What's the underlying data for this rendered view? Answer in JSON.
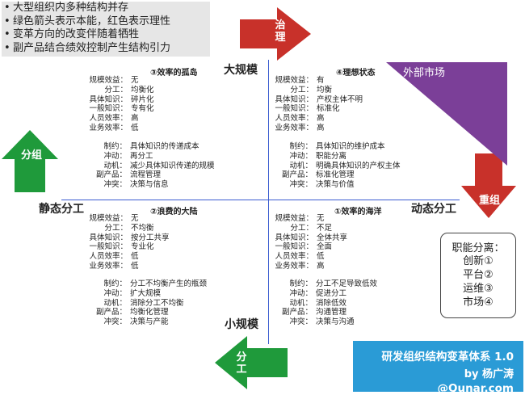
{
  "bullets": [
    "大型组织内多种结构并存",
    "绿色箭头表示本能，红色表示理性",
    "变革方向的改变伴随着牺牲",
    "副产品结合绩效控制产生结构引力"
  ],
  "axis": {
    "top": "大规模",
    "bottom": "小规模",
    "left": "静态分工",
    "right": "动态分工"
  },
  "arrows": {
    "top": "治\n理",
    "left": "分组",
    "right": "重组",
    "bottom": "分\n工"
  },
  "colors": {
    "green": "#1f9a3b",
    "red": "#c8312a",
    "purple": "#7b3f98",
    "blue": "#2a9bd6",
    "axis": "#3a5bd0"
  },
  "triangle": {
    "label": "外部市场"
  },
  "quadrants": {
    "q3": {
      "title": "③效率的孤岛",
      "a": [
        {
          "k": "规模效益：",
          "v": "无"
        },
        {
          "k": "分工：",
          "v": "均衡化"
        },
        {
          "k": "具体知识：",
          "v": "碎片化"
        },
        {
          "k": "一般知识：",
          "v": "专有化"
        },
        {
          "k": "人员效率：",
          "v": "高"
        },
        {
          "k": "业务效率：",
          "v": "低"
        }
      ],
      "b": [
        {
          "k": "制约：",
          "v": "具体知识的传递成本"
        },
        {
          "k": "冲动：",
          "v": "再分工"
        },
        {
          "k": "动机：",
          "v": "减少具体知识传递的规模"
        },
        {
          "k": "副产品：",
          "v": "流程管理"
        },
        {
          "k": "冲突：",
          "v": "决策与信息"
        }
      ]
    },
    "q4": {
      "title": "④理想状态",
      "a": [
        {
          "k": "规模效益：",
          "v": "有"
        },
        {
          "k": "分工：",
          "v": "均衡"
        },
        {
          "k": "具体知识：",
          "v": "产权主体不明"
        },
        {
          "k": "一般知识：",
          "v": "标准化"
        },
        {
          "k": "人员效率：",
          "v": "高"
        },
        {
          "k": "业务效率：",
          "v": "高"
        }
      ],
      "b": [
        {
          "k": "制约：",
          "v": "具体知识的维护成本"
        },
        {
          "k": "冲动：",
          "v": "职能分离"
        },
        {
          "k": "动机：",
          "v": "明确具体知识的产权主体"
        },
        {
          "k": "副产品：",
          "v": "标准化管理"
        },
        {
          "k": "冲突：",
          "v": "决策与价值"
        }
      ]
    },
    "q2": {
      "title": "②浪费的大陆",
      "a": [
        {
          "k": "规模效益：",
          "v": "无"
        },
        {
          "k": "分工：",
          "v": "不均衡"
        },
        {
          "k": "具体知识：",
          "v": "按分工共享"
        },
        {
          "k": "一般知识：",
          "v": "专业化"
        },
        {
          "k": "人员效率：",
          "v": "低"
        },
        {
          "k": "业务效率：",
          "v": "低"
        }
      ],
      "b": [
        {
          "k": "制约：",
          "v": "分工不均衡产生的瓶颈"
        },
        {
          "k": "冲动：",
          "v": "扩大规模"
        },
        {
          "k": "动机：",
          "v": "消除分工不均衡"
        },
        {
          "k": "副产品：",
          "v": "均衡化管理"
        },
        {
          "k": "冲突：",
          "v": "决策与产能"
        }
      ]
    },
    "q1": {
      "title": "①效率的海洋",
      "a": [
        {
          "k": "规模效益：",
          "v": "无"
        },
        {
          "k": "分工：",
          "v": "不足"
        },
        {
          "k": "具体知识：",
          "v": "全体共享"
        },
        {
          "k": "一般知识：",
          "v": "全面"
        },
        {
          "k": "人员效率：",
          "v": "低"
        },
        {
          "k": "业务效率：",
          "v": "高"
        }
      ],
      "b": [
        {
          "k": "制约：",
          "v": "分工不足导致低效"
        },
        {
          "k": "冲动：",
          "v": "促进分工"
        },
        {
          "k": "动机：",
          "v": "消除低效"
        },
        {
          "k": "副产品：",
          "v": "沟通管理"
        },
        {
          "k": "冲突：",
          "v": "决策与沟通"
        }
      ]
    }
  },
  "roles": {
    "title": "职能分离：",
    "items": [
      "创新①",
      "平台②",
      "运维③",
      "市场④"
    ]
  },
  "brand": {
    "line1": "研发组织结构变革体系 1.0",
    "line2": "by 杨广涛",
    "line3": "@Qunar.com"
  }
}
